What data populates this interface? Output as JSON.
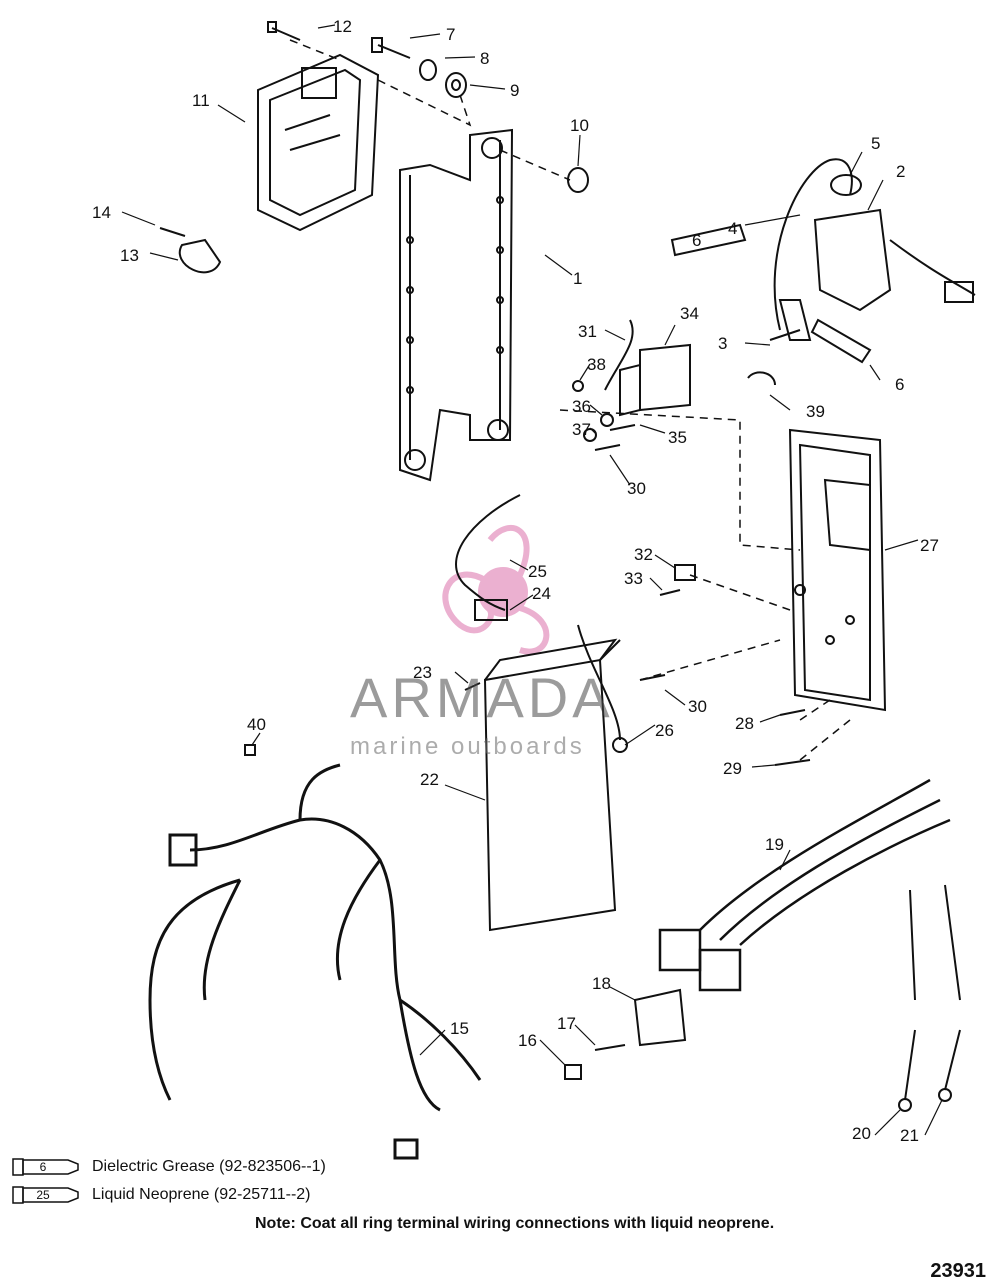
{
  "callouts": [
    "1",
    "2",
    "3",
    "4",
    "5",
    "6",
    "6",
    "7",
    "8",
    "9",
    "10",
    "11",
    "12",
    "13",
    "14",
    "15",
    "16",
    "17",
    "18",
    "19",
    "20",
    "21",
    "22",
    "23",
    "24",
    "25",
    "26",
    "27",
    "28",
    "29",
    "30",
    "30",
    "31",
    "32",
    "33",
    "34",
    "35",
    "36",
    "37",
    "38",
    "39",
    "40"
  ],
  "tube_labels": {
    "grease_tube": "6",
    "neoprene_tube": "25"
  },
  "legend": [
    {
      "code": "6",
      "text": "Dielectric Grease (92-823506--1)"
    },
    {
      "code": "25",
      "text": "Liquid Neoprene (92-25711--2)"
    }
  ],
  "note": "Note: Coat all ring terminal wiring connections with liquid neoprene.",
  "figure_number": "23931",
  "watermark": {
    "name": "ARMADA",
    "tagline": "marine outboards",
    "color": "#e8a3c8"
  }
}
